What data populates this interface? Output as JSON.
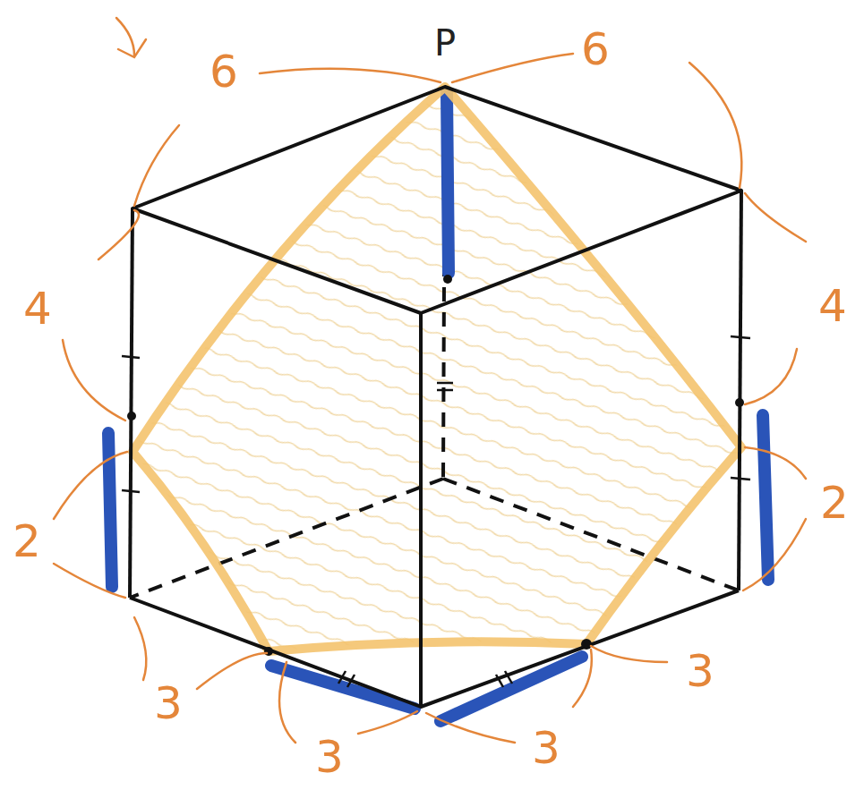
{
  "diagram": {
    "labels": [
      "6",
      "P",
      "6",
      "4",
      "4",
      "2",
      "2",
      "3",
      "3",
      "3",
      "3"
    ]
  }
}
